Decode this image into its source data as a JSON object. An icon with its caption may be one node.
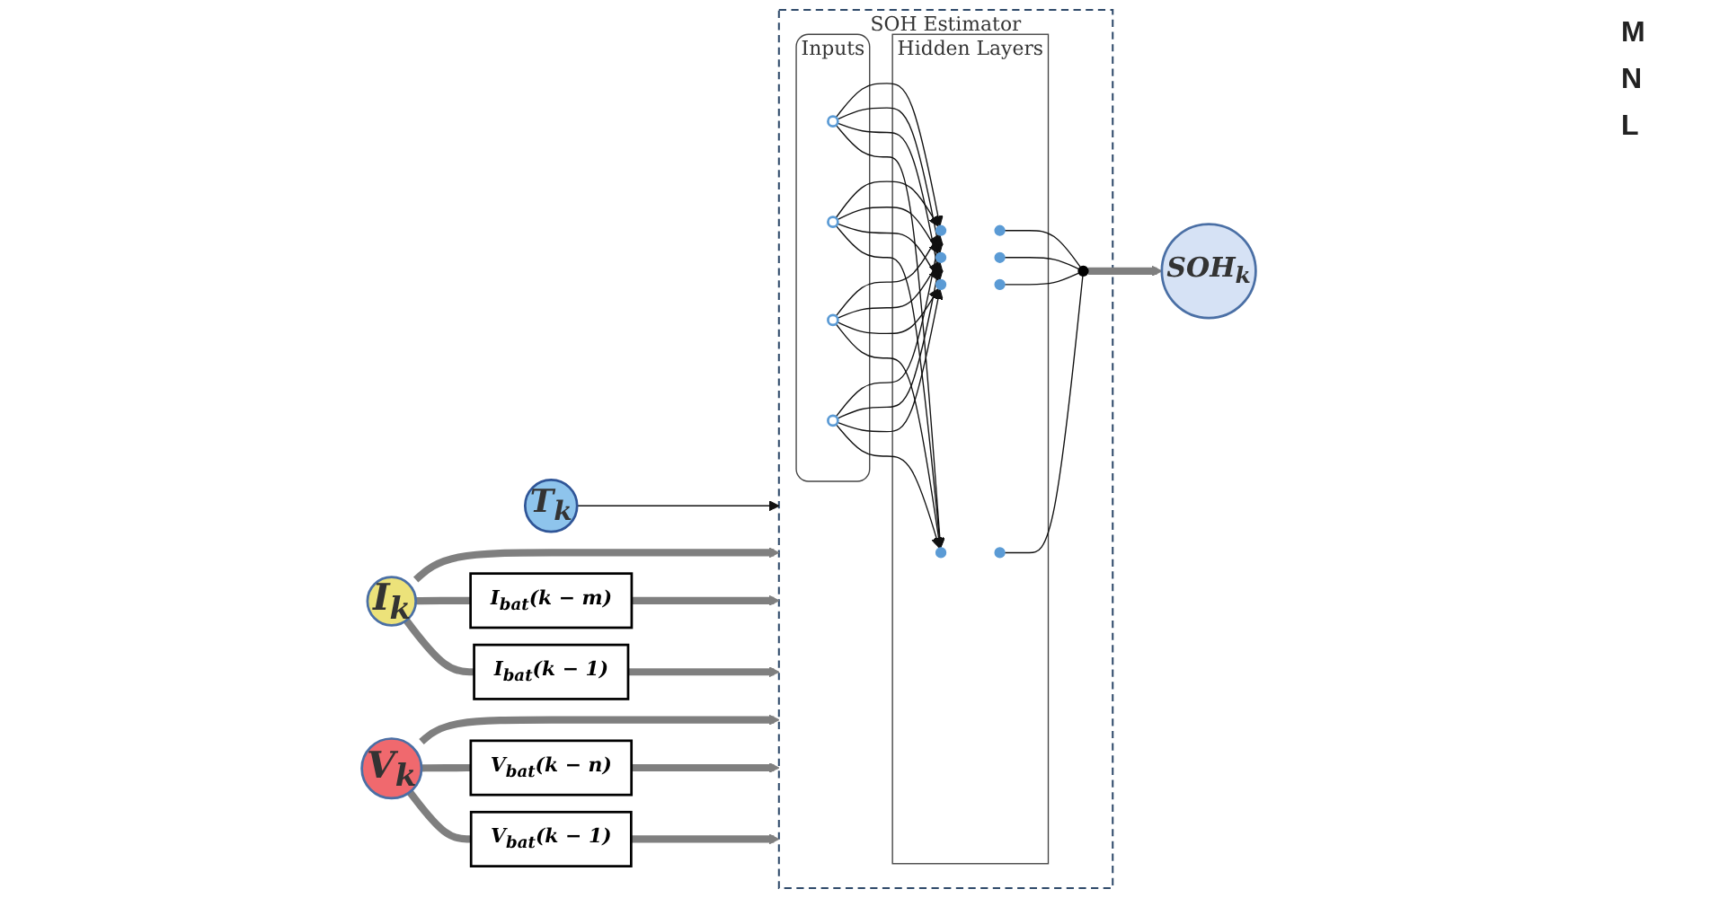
{
  "diagram": {
    "nodes": [
      {
        "text": [
          "T$_{k}$"
        ]
      },
      {
        "text": [
          "V$_{k}$"
        ]
      },
      {
        "text": [
          "V$_{bat}$(k − 1)"
        ]
      },
      {
        "text": [
          "V$_{bat}$(k − n)"
        ]
      },
      {
        "text": [
          "I$_{k}$"
        ]
      },
      {
        "text": [
          "I$_{bat}$(k − 1)"
        ]
      },
      {
        "text": [
          "I$_{bat}$(k − m)"
        ]
      },
      {
        "text": [
          "SOH Estimator"
        ]
      },
      {
        "text": [
          "Inputs"
        ],
        "in": 7
      },
      {
        "text": [],
        "shape": "circle",
        "in": 8
      },
      {
        "text": [],
        "shape": "circle",
        "in": 8
      },
      {
        "text": [],
        "shape": "circle",
        "in": 8
      },
      {
        "text": [],
        "shape": "circle",
        "in": 8
      },
      {
        "text": [
          "Hidden Layers"
        ],
        "in": 7
      },
      {
        "text": [],
        "shape": "circle",
        "in": 13
      },
      {
        "text": [],
        "shape": "circle",
        "in": 13
      },
      {
        "text": [],
        "shape": "circle",
        "in": 13
      },
      {
        "text": [],
        "shape": "circle",
        "in": 13
      },
      {
        "text": [],
        "shape": "circle",
        "in": 13
      },
      {
        "text": [],
        "shape": "circle",
        "in": 13
      },
      {
        "text": [],
        "shape": "circle",
        "in": 13
      },
      {
        "text": [],
        "shape": "circle",
        "in": 13
      },
      {
        "text": [],
        "shape": "circle",
        "in": 7
      },
      {
        "text": [
          "SOH$_{k}$"
        ]
      }
    ],
    "edges": [
      {
        "from": 0,
        "to": 7,
        "arrow": "to"
      },
      {
        "from": 1,
        "to": 7,
        "arrow": "to",
        "style": "thick",
        "color": "#7f7f7f"
      },
      {
        "from": 1,
        "to": 2,
        "arrow": "none",
        "style": "thick",
        "color": "#7f7f7f"
      },
      {
        "from": 1,
        "to": 3,
        "arrow": "none",
        "style": "thick",
        "color": "#7f7f7f"
      },
      {
        "from": 2,
        "to": 7,
        "arrow": "to",
        "style": "thick",
        "color": "#7f7f7f"
      },
      {
        "from": 3,
        "to": 7,
        "arrow": "to",
        "style": "thick",
        "color": "#7f7f7f"
      },
      {
        "from": 4,
        "to": 7,
        "arrow": "to",
        "style": "thick",
        "color": "#7f7f7f"
      },
      {
        "from": 4,
        "to": 5,
        "arrow": "none",
        "style": "thick",
        "color": "#7f7f7f"
      },
      {
        "from": 4,
        "to": 6,
        "arrow": "none",
        "style": "thick",
        "color": "#7f7f7f"
      },
      {
        "from": 5,
        "to": 7,
        "arrow": "to",
        "style": "thick",
        "color": "#7f7f7f"
      },
      {
        "from": 6,
        "to": 7,
        "arrow": "to",
        "style": "thick",
        "color": "#7f7f7f"
      },
      {
        "from": 9,
        "to": 14,
        "arrow": "to"
      },
      {
        "from": 9,
        "to": 15,
        "arrow": "to"
      },
      {
        "from": 9,
        "to": 16,
        "arrow": "to"
      },
      {
        "from": 9,
        "to": 17,
        "arrow": "to"
      },
      {
        "from": 10,
        "to": 14,
        "arrow": "to"
      },
      {
        "from": 10,
        "to": 15,
        "arrow": "to"
      },
      {
        "from": 10,
        "to": 16,
        "arrow": "to"
      },
      {
        "from": 10,
        "to": 17,
        "arrow": "to"
      },
      {
        "from": 11,
        "to": 14,
        "arrow": "to"
      },
      {
        "from": 11,
        "to": 15,
        "arrow": "to"
      },
      {
        "from": 11,
        "to": 16,
        "arrow": "to"
      },
      {
        "from": 11,
        "to": 17,
        "arrow": "to"
      },
      {
        "from": 12,
        "to": 14,
        "arrow": "to"
      },
      {
        "from": 12,
        "to": 15,
        "arrow": "to"
      },
      {
        "from": 12,
        "to": 16,
        "arrow": "to"
      },
      {
        "from": 12,
        "to": 17,
        "arrow": "to"
      },
      {
        "from": 18,
        "to": 22,
        "arrow": "none"
      },
      {
        "from": 19,
        "to": 22,
        "arrow": "none"
      },
      {
        "from": 20,
        "to": 22,
        "arrow": "none"
      },
      {
        "from": 21,
        "to": 22,
        "arrow": "none"
      },
      {
        "from": 22,
        "to": 23,
        "arrow": "to",
        "style": "thick",
        "color": "#7f7f7f"
      }
    ],
    "labels": [
      "M",
      "N",
      "L"
    ]
  }
}
